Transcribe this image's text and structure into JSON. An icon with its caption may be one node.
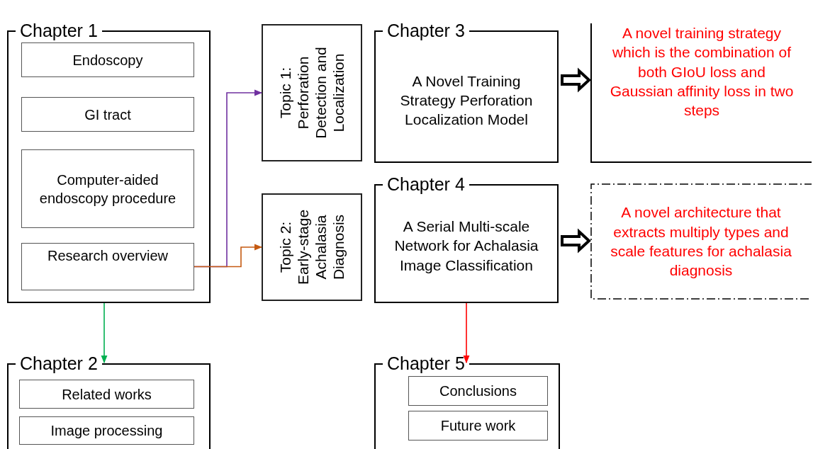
{
  "diagram": {
    "nodes": [
      {
        "text": [
          "Chapter 1"
        ]
      },
      {
        "text": [
          "Endoscopy"
        ],
        "in": 0
      },
      {
        "text": [
          "GI tract"
        ],
        "in": 0
      },
      {
        "text": [
          "Computer-aided endoscopy procedure"
        ],
        "in": 0
      },
      {
        "text": [
          "Research overview"
        ],
        "in": 0
      },
      {
        "text": [
          "Topic 1: Perforation Detection and Localization"
        ]
      },
      {
        "text": [
          "Topic 2: Early-stage Achalasia Diagnosis"
        ]
      },
      {
        "text": [
          "Chapter 3",
          "A Novel Training Strategy Perforation Localization Model"
        ]
      },
      {
        "text": [
          "A novel training strategy which is the combination of both GIoU loss and Gaussian affinity loss in two steps"
        ]
      },
      {
        "text": [
          "Chapter 4",
          "A Serial Multi-scale Network for Achalasia Image Classification"
        ]
      },
      {
        "text": [
          "A novel  architecture that extracts multiply types and scale  features for achalasia  diagnosis"
        ]
      },
      {
        "text": [
          "Chapter 2"
        ]
      },
      {
        "text": [
          "Related works"
        ],
        "in": 11
      },
      {
        "text": [
          "Image processing"
        ],
        "in": 11
      },
      {
        "text": [
          "Chapter 5"
        ]
      },
      {
        "text": [
          "Conclusions"
        ],
        "in": 14
      },
      {
        "text": [
          "Future work"
        ],
        "in": 14
      }
    ],
    "edges": [
      {
        "from": 4,
        "to": 5,
        "arrow": "to",
        "color": "#7030a0"
      },
      {
        "from": 4,
        "to": 6,
        "arrow": "to",
        "color": "#c55a11"
      },
      {
        "from": 0,
        "to": 11,
        "arrow": "to",
        "color": "#00b050"
      },
      {
        "from": 9,
        "to": 14,
        "arrow": "to",
        "color": "#ff0000"
      },
      {
        "from": 7,
        "to": 8,
        "arrow": "to",
        "style": "thick"
      },
      {
        "from": 9,
        "to": 10,
        "arrow": "to",
        "style": "thick"
      }
    ]
  }
}
